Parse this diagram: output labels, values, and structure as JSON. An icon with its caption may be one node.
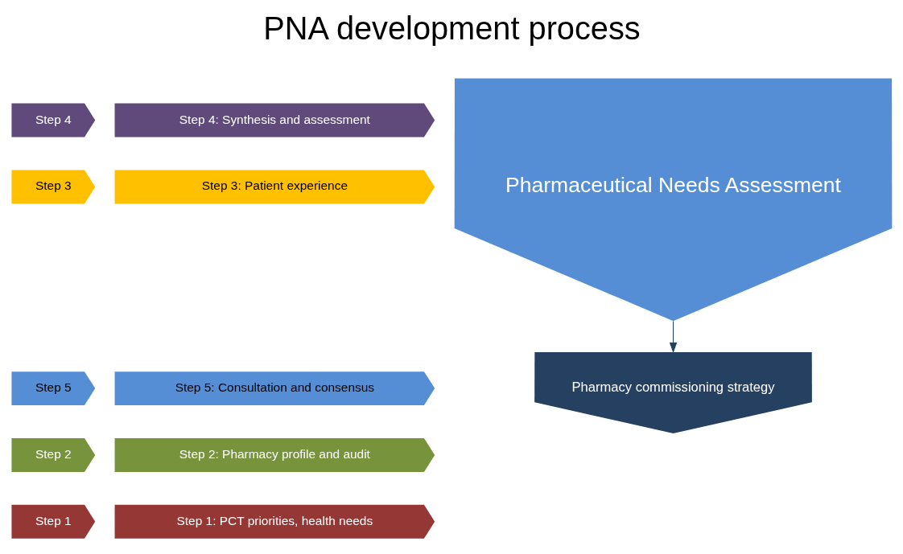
{
  "diagram": {
    "title": "PNA development process",
    "nodes": [
      {
        "text": [
          "Step 1"
        ]
      },
      {
        "text": [
          "Step 1: PCT priorities, health needs"
        ]
      },
      {
        "text": [
          "Step 2"
        ]
      },
      {
        "text": [
          "Step 2: Pharmacy profile and audit"
        ]
      },
      {
        "text": [
          "Step 3"
        ]
      },
      {
        "text": [
          "Step 3: Patient experience"
        ]
      },
      {
        "text": [
          "Step 4"
        ]
      },
      {
        "text": [
          "Step 4: Synthesis and assessment"
        ]
      },
      {
        "text": [
          "Step 5"
        ]
      },
      {
        "text": [
          "Step 5: Consultation and consensus"
        ]
      },
      {
        "text": [
          "Pharmaceutical Needs Assessment"
        ]
      },
      {
        "text": [
          "Pharmacy commissioning strategy"
        ]
      }
    ],
    "edges": [
      {
        "from": 10,
        "to": 11,
        "arrow": "to"
      }
    ]
  }
}
